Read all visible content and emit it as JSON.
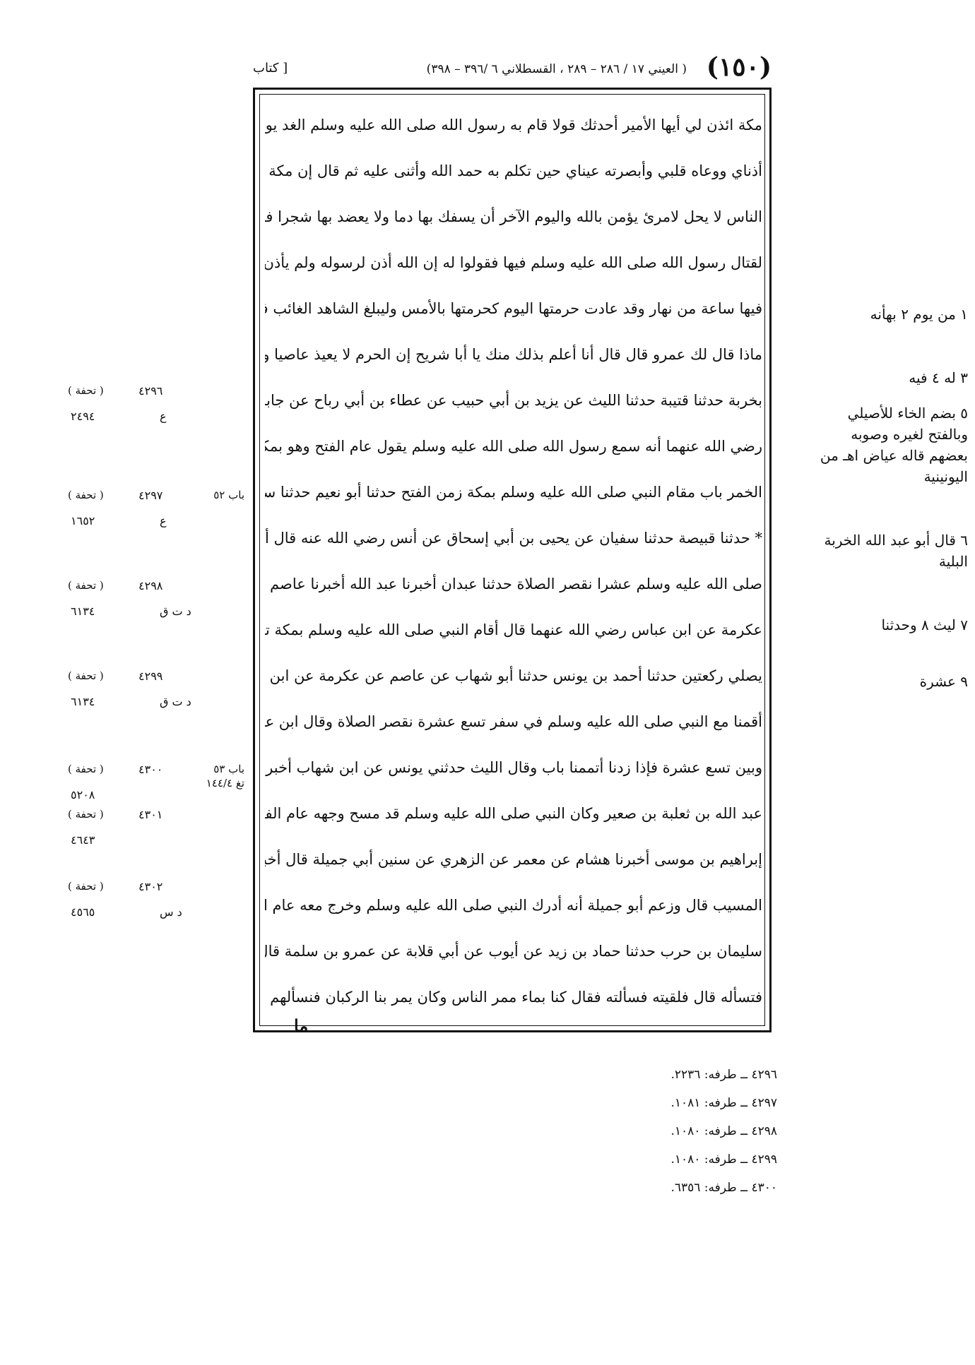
{
  "header": {
    "page_number": "(١٥٠)",
    "references": "( العيني ١٧ / ٢٨٦ – ٢٨٩ ، القسطلاني ٦ /٣٩٦ – ٣٩٨)",
    "book_label": "[ كتاب"
  },
  "main_text": {
    "lines": [
      "مكة ائذن لي أيها الأمير أحدثك قولا قام به رسول الله صلى الله عليه وسلم الغد يوم الفتح سمعته",
      "أذناي ووعاه قلبي وأبصرته عيناي حين تكلم به حمد الله وأثنى عليه ثم قال إن مكة حرمها الله ولم يحرمها",
      "الناس لا يحل لامرئ يؤمن بالله واليوم الآخر أن يسفك بها دما ولا يعضد بها شجرا فإن أحد ترخص",
      "لقتال رسول الله صلى الله عليه وسلم فيها فقولوا له إن الله أذن لرسوله ولم يأذن لكم وإنما أذن لي",
      "فيها ساعة من نهار وقد عادت حرمتها اليوم كحرمتها بالأمس وليبلغ الشاهد الغائب فقيل لأبي شريح",
      "ماذا قال لك عمرو قال قال أنا أعلم بذلك منك يا أبا شريح إن الحرم لا يعيذ عاصيا ولا فارا بدم ولا فارا",
      "بخربة حدثنا قتيبة حدثنا الليث عن يزيد بن أبي حبيب عن عطاء بن أبي رباح عن جابر بن عبد الله",
      "رضي الله عنهما أنه سمع رسول الله صلى الله عليه وسلم يقول عام الفتح وهو بمكة إن الله ورسوله حرم بيع",
      "الخمر باب مقام النبي صلى الله عليه وسلم بمكة زمن الفتح حدثنا أبو نعيم حدثنا سفيان",
      "* حدثنا قبيصة حدثنا سفيان عن يحيى بن أبي إسحاق عن أنس رضي الله عنه قال أقمنا مع النبي",
      "صلى الله عليه وسلم عشرا نقصر الصلاة حدثنا عبدان أخبرنا عبد الله أخبرنا عاصم عن",
      "عكرمة عن ابن عباس رضي الله عنهما قال أقام النبي صلى الله عليه وسلم بمكة تسعة عشر يوما",
      "يصلي ركعتين حدثنا أحمد بن يونس حدثنا أبو شهاب عن عاصم عن عكرمة عن ابن عباس قال",
      "أقمنا مع النبي صلى الله عليه وسلم في سفر تسع عشرة نقصر الصلاة وقال ابن عباس ونحن نقصر ما بيننا",
      "وبين تسع عشرة فإذا زدنا أتممنا باب وقال الليث حدثني يونس عن ابن شهاب أخبرني",
      "عبد الله بن ثعلبة بن صعير وكان النبي صلى الله عليه وسلم قد مسح وجهه عام الفتح حدثني",
      "إبراهيم بن موسى أخبرنا هشام عن معمر عن الزهري عن سنين أبي جميلة قال أخبرنا ونحن مع ابن",
      "المسيب قال وزعم أبو جميلة أنه أدرك النبي صلى الله عليه وسلم وخرج معه عام الفتح حدثنا",
      "سليمان بن حرب حدثنا حماد بن زيد عن أيوب عن أبي قلابة عن عمرو بن سلمة قال قال لي أبو قلابة ألا تلقاه",
      "فتسأله قال فلقيته فسألته فقال كنا بماء ممر الناس وكان يمر بنا الركبان فنسألهم ما للناس ما للناس"
    ],
    "catchword": "ما"
  },
  "variants": [
    "١ من يوم  ٢ بهأنه",
    "٣ له  ٤ فيه",
    "٥ بضم الخاء للأصيلي وبالفتح لغيره وصوبه بعضهم قاله عياض اهـ من اليونينية",
    "٦ قال أبو عبد الله الخربة البلية",
    "٧ ليث  ٨ وحدثنا",
    "٩ عشرة"
  ],
  "left_margin": {
    "tuhfa_label": "( تحفة )",
    "entries": [
      {
        "tuhfa": "٤٢٩٦",
        "code": "ع",
        "number": "٢٤٩٤",
        "bab": ""
      },
      {
        "tuhfa": "٤٢٩٧",
        "code": "ع",
        "number": "١٦٥٢",
        "bab": "باب ٥٢"
      },
      {
        "tuhfa": "٤٢٩٨",
        "code": "د ت ق",
        "number": "٦١٣٤",
        "bab": ""
      },
      {
        "tuhfa": "٤٢٩٩",
        "code": "د ت ق",
        "number": "٦١٣٤",
        "bab": ""
      },
      {
        "tuhfa": "٤٣٠٠",
        "code": "",
        "number": "٥٢٠٨",
        "bab": "باب ٥٣"
      },
      {
        "tuhfa": "٤٣٠١",
        "code": "",
        "number": "٤٦٤٣",
        "bab": ""
      },
      {
        "tuhfa": "٤٣٠٢",
        "code": "د س",
        "number": "٤٥٦٥",
        "bab": ""
      }
    ],
    "taghliq_ref": "تغ ١٤٤/٤"
  },
  "footnotes": [
    "٤٢٩٦ ــ طرفه: ٢٢٣٦.",
    "٤٢٩٧ ــ طرفه: ١٠٨١.",
    "٤٢٩٨ ــ طرفه: ١٠٨٠.",
    "٤٢٩٩ ــ طرفه: ١٠٨٠.",
    "٤٣٠٠ ــ طرفه: ٦٣٥٦."
  ]
}
